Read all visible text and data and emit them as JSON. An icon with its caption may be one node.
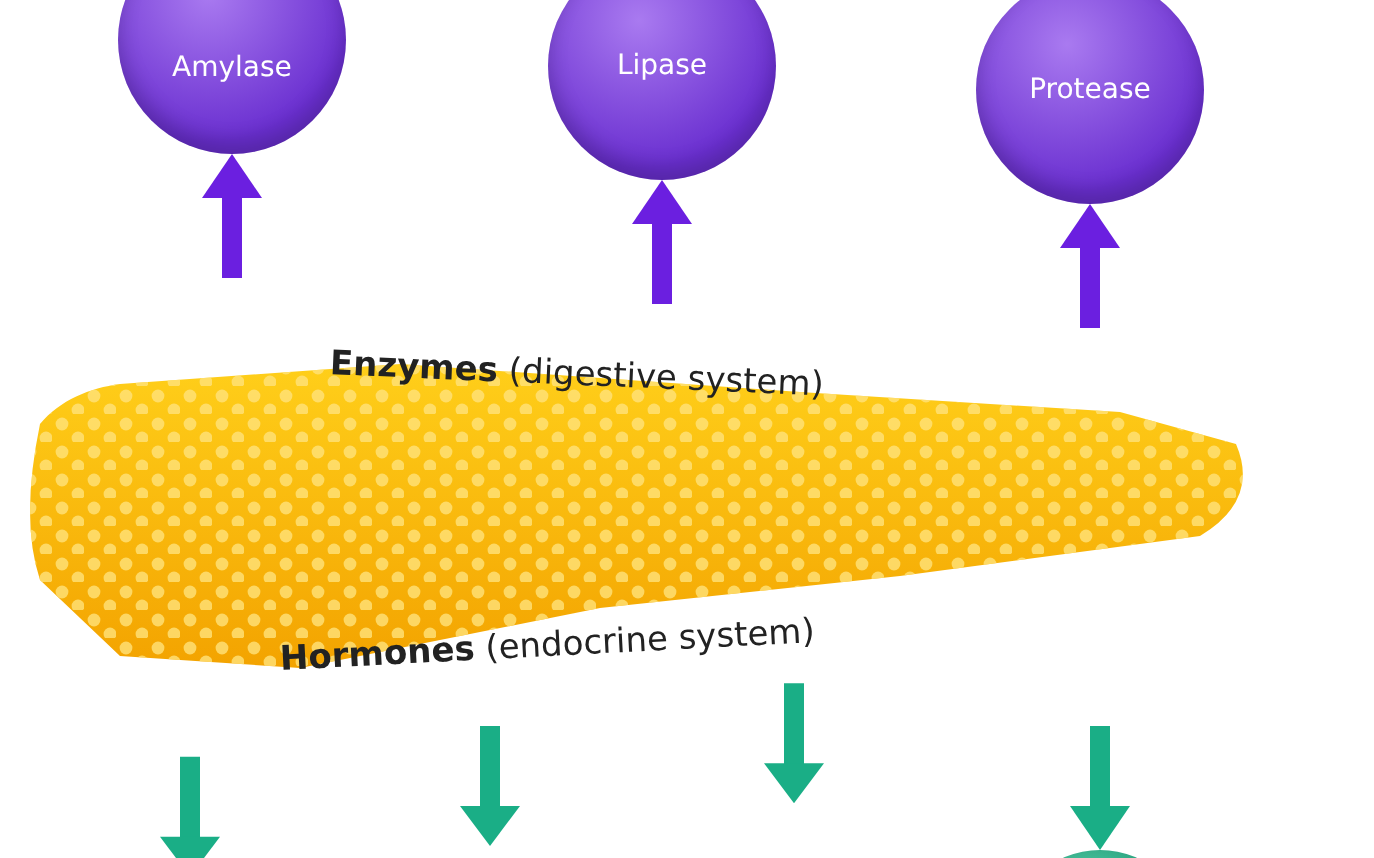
{
  "diagram": {
    "nodes": [
      {
        "text": [
          "Amylase"
        ]
      },
      {
        "text": [
          "Lipase"
        ]
      },
      {
        "text": [
          "Protease"
        ]
      },
      {
        "text": [],
        "shape": "picture",
        "beside": [
          "**Enzymes** (digestive system)",
          "**Hormones** (endocrine system)"
        ]
      },
      {
        "text": [],
        "shape": "circle"
      }
    ],
    "edges": [
      {
        "from": null,
        "to": 0,
        "arrow": "to"
      },
      {
        "from": null,
        "to": 1,
        "arrow": "to"
      },
      {
        "from": null,
        "to": 2,
        "arrow": "to"
      },
      {
        "from": null,
        "to": 4,
        "arrow": "to",
        "color": "#1aae86"
      }
    ]
  }
}
